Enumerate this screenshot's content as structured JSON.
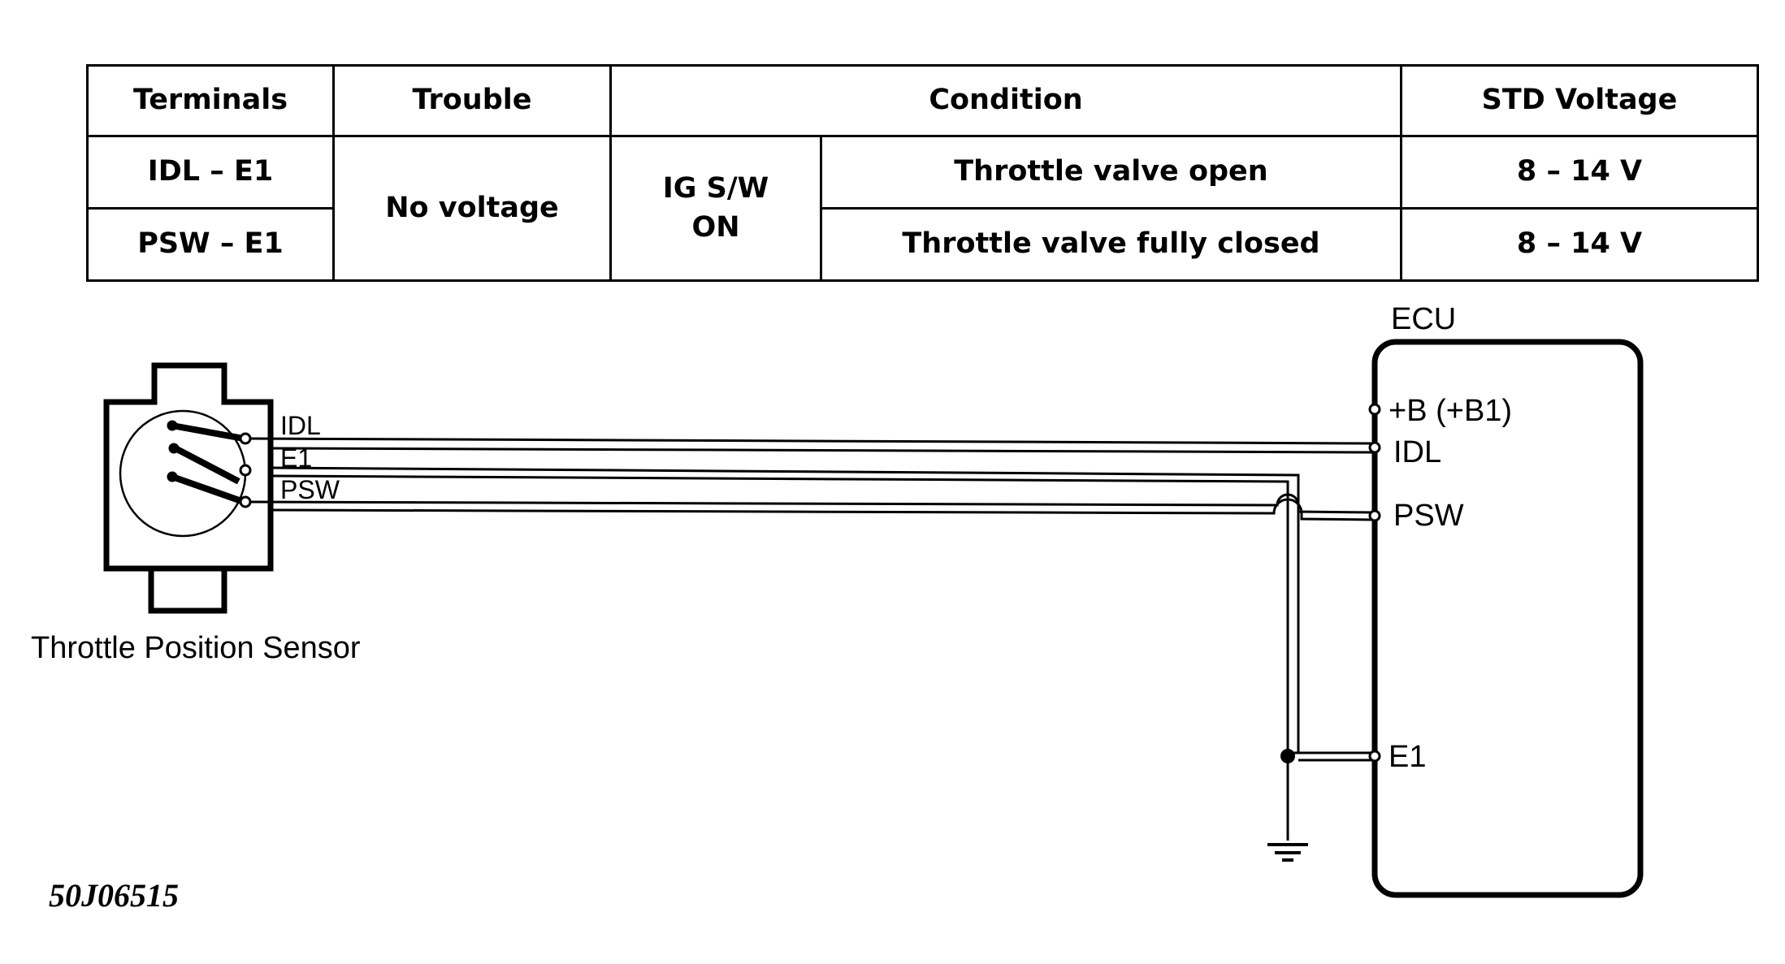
{
  "table": {
    "headers": {
      "terminals": "Terminals",
      "trouble": "Trouble",
      "condition": "Condition",
      "std_voltage": "STD Voltage"
    },
    "rows": [
      {
        "terminals": "IDL  –  E1",
        "condition_detail": "Throttle valve open",
        "std_voltage": "8 – 14 V"
      },
      {
        "terminals": "PSW  –  E1",
        "condition_detail": "Throttle valve fully closed",
        "std_voltage": "8 – 14 V"
      }
    ],
    "trouble": "No voltage",
    "condition_prefix_line1": "IG S/W",
    "condition_prefix_line2": "ON"
  },
  "diagram": {
    "sensor_name": "Throttle Position Sensor",
    "sensor_terminals": [
      "IDL",
      "E1",
      "PSW"
    ],
    "ecu_title": "ECU",
    "ecu_terminals": [
      "+B (+B1)",
      "IDL",
      "PSW",
      "E1"
    ],
    "figure_id": "50J06515"
  }
}
